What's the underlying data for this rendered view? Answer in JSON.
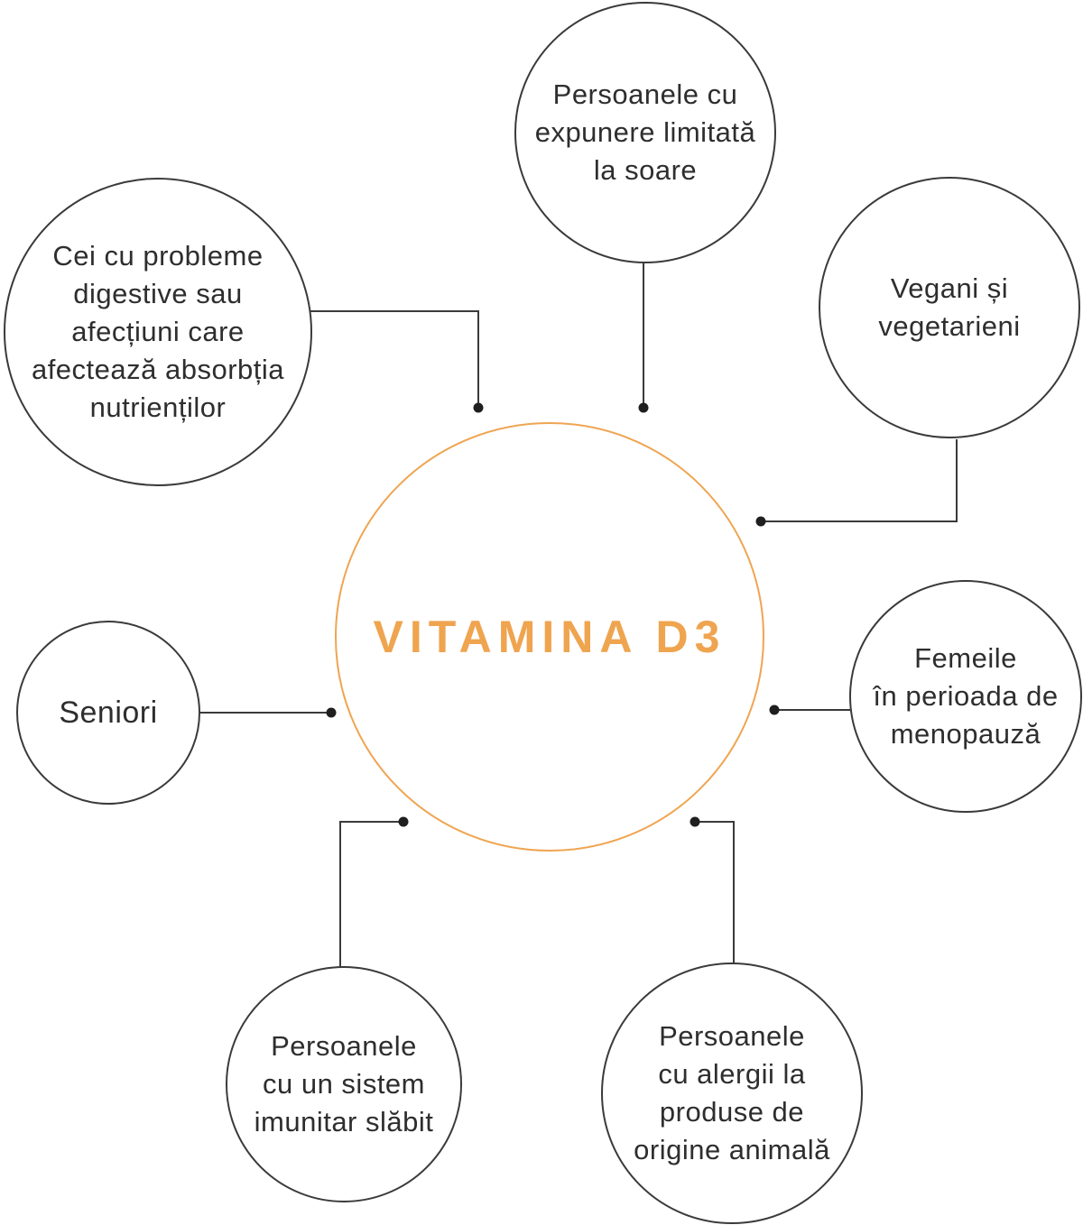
{
  "diagram": {
    "type": "mind-map",
    "center": {
      "title": "VITAMINA D3"
    },
    "nodes": [
      {
        "id": "limited-sun-exposure",
        "label": "Persoanele cu\nexpunere limitată\nla soare"
      },
      {
        "id": "digestive-problems",
        "label": "Cei cu probleme\ndigestive sau\nafecțiuni care\nafectează absorbția\nnutrienților"
      },
      {
        "id": "vegans-vegetarians",
        "label": "Vegani și\nvegetarieni"
      },
      {
        "id": "seniors",
        "label": "Seniori"
      },
      {
        "id": "menopause-women",
        "label": "Femeile\nîn perioada de\nmenopauză"
      },
      {
        "id": "weak-immune-system",
        "label": "Persoanele\ncu un sistem\nimunitar slăbit"
      },
      {
        "id": "animal-product-allergies",
        "label": "Persoanele\ncu alergii la\nproduse de\norigine animală"
      }
    ],
    "colors": {
      "accent_orange": "#efa44f",
      "circle_stroke_dark": "#3a3a3a",
      "text_dark": "#2e2e2e",
      "connector_line": "#3a3a3a",
      "connector_dot": "#1f1f1f",
      "background": "#ffffff"
    }
  }
}
